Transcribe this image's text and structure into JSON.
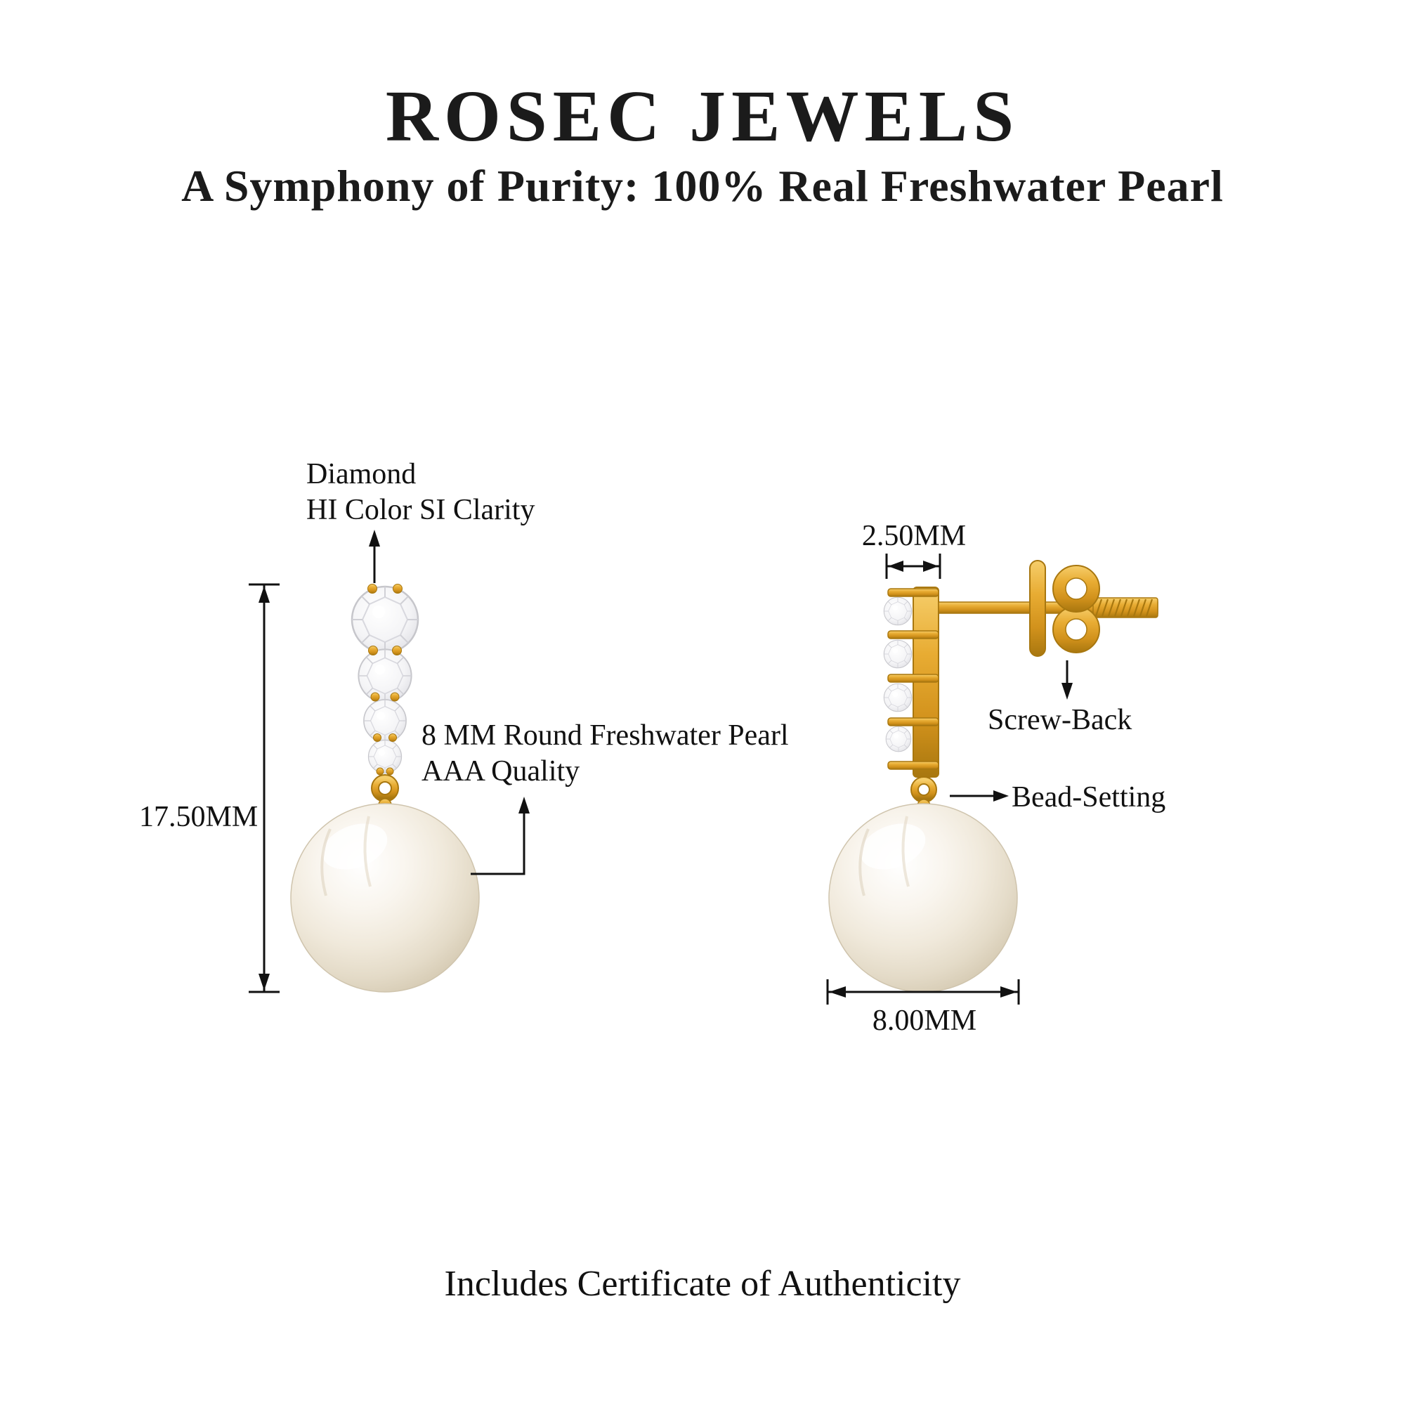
{
  "header": {
    "brand": "ROSEC JEWELS",
    "tagline": "A Symphony of Purity: 100% Real Freshwater Pearl"
  },
  "front_view": {
    "diamond_note_line1": "Diamond",
    "diamond_note_line2": "HI Color SI Clarity",
    "height_dimension": "17.50MM",
    "pearl_note_line1": "8 MM Round Freshwater Pearl",
    "pearl_note_line2": "AAA Quality"
  },
  "side_view": {
    "bar_width_dimension": "2.50MM",
    "screw_back_label": "Screw-Back",
    "bead_setting_label": "Bead-Setting",
    "pearl_diameter_dimension": "8.00MM"
  },
  "footer": {
    "certificate": "Includes Certificate of Authenticity"
  },
  "colors": {
    "gold": "#E2A62E",
    "gold_dark": "#A8770F",
    "pearl_edge": "#CCC0A6",
    "diamond_edge": "#C6C6CB",
    "text": "#111111"
  }
}
